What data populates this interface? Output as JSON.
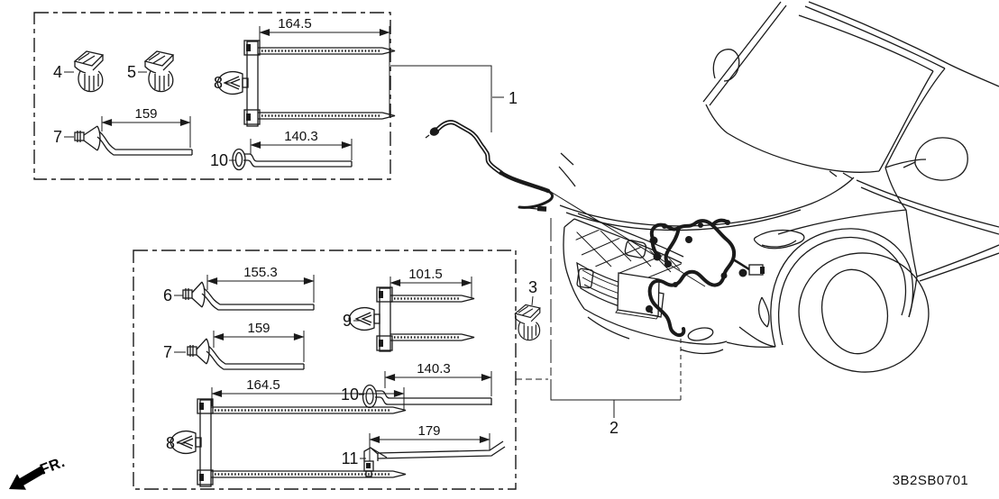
{
  "diagram": {
    "footer": {
      "diagram_code": "3B2SB0701",
      "direction_label": "FR."
    },
    "callouts": {
      "c1": {
        "ref": "1"
      },
      "c2": {
        "ref": "2"
      },
      "c3": {
        "ref": "3"
      }
    },
    "top_box": {
      "i4": {
        "ref": "4"
      },
      "i5": {
        "ref": "5"
      },
      "i8": {
        "ref": "8",
        "dim": "164.5"
      },
      "i7": {
        "ref": "7",
        "dim": "159"
      },
      "i10": {
        "ref": "10",
        "dim": "140.3"
      }
    },
    "bottom_box": {
      "i6": {
        "ref": "6",
        "dim": "155.3"
      },
      "i7": {
        "ref": "7",
        "dim": "159"
      },
      "i8": {
        "ref": "8",
        "dim": "164.5"
      },
      "i9": {
        "ref": "9",
        "dim": "101.5"
      },
      "i10": {
        "ref": "10",
        "dim": "140.3"
      },
      "i11": {
        "ref": "11",
        "dim": "179"
      }
    },
    "colors": {
      "line": "#1a1a1a",
      "background": "#ffffff"
    }
  }
}
